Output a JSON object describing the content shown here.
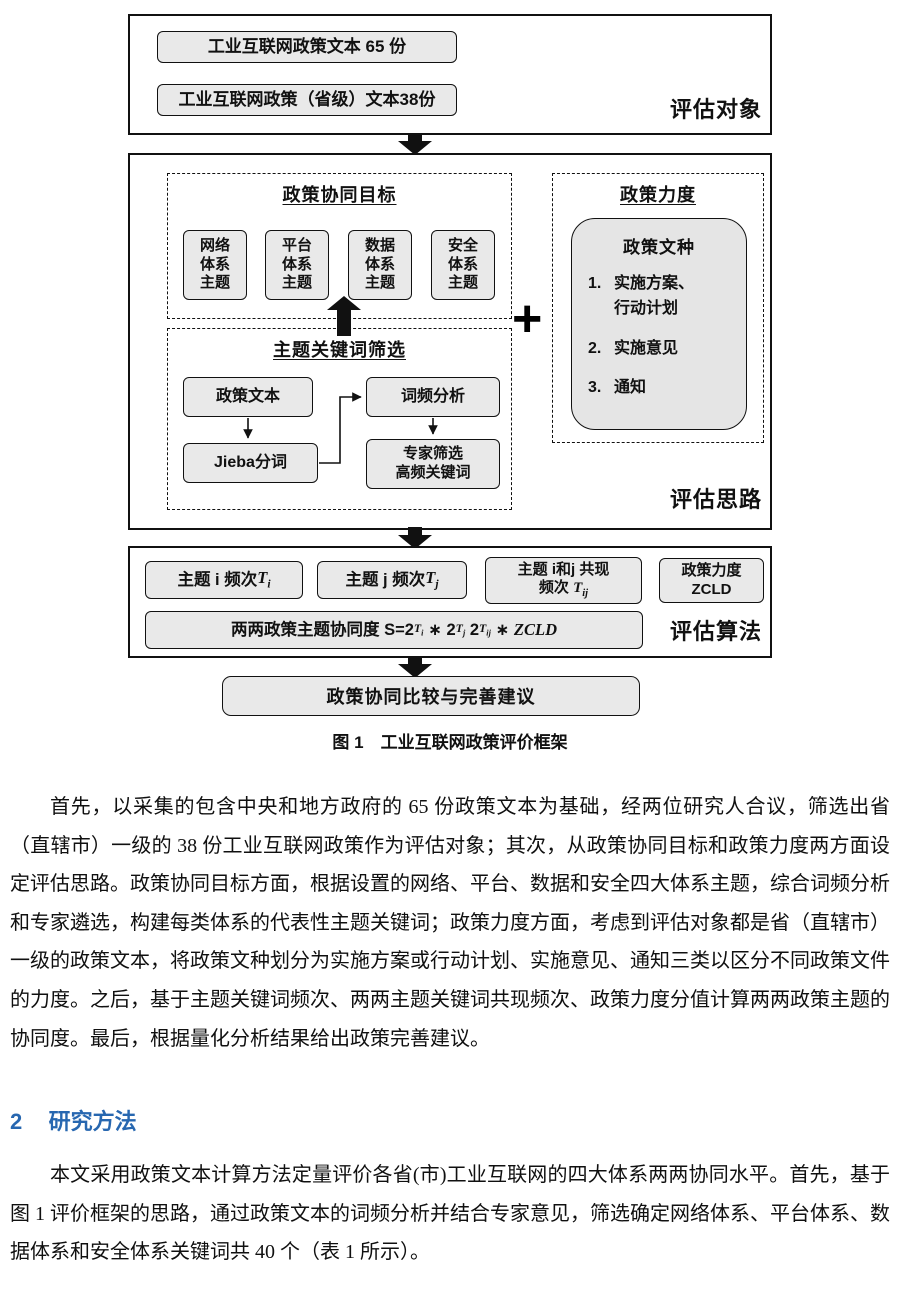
{
  "colors": {
    "heading_blue": "#2767b0"
  },
  "figure": {
    "eval_object": {
      "pill1": "工业互联网政策文本 65 份",
      "pill2": "工业互联网政策（省级）文本38份",
      "label": "评估对象"
    },
    "approach": {
      "targets": {
        "title": "政策协同目标",
        "themes": [
          "网络\n体系\n主题",
          "平台\n体系\n主题",
          "数据\n体系\n主题",
          "安全\n体系\n主题"
        ]
      },
      "keywords": {
        "title": "主题关键词筛选",
        "policy_text": "政策文本",
        "jieba": "Jieba分词",
        "freq": "词频分析",
        "expert": "专家筛选\n高频关键词"
      },
      "plus": "+",
      "strength": {
        "title": "政策力度",
        "panel_title": "政策文种",
        "items": [
          {
            "num": "1.",
            "text": "实施方案、\n行动计划"
          },
          {
            "num": "2.",
            "text": "实施意见"
          },
          {
            "num": "3.",
            "text": "通知"
          }
        ]
      },
      "label": "评估思路"
    },
    "algo": {
      "cell1": {
        "text": "主题 i 频次 ",
        "T": "T",
        "sub": "i"
      },
      "cell2": {
        "text": "主题 j 频次",
        "T": "T",
        "sub": "j"
      },
      "cell3": {
        "line1": "主题 i和j 共现",
        "line2": "频次 ",
        "T": "T",
        "sub": "ij"
      },
      "cell4": {
        "line1": "政策力度",
        "line2": "ZCLD"
      },
      "formula": {
        "prefix": "两两政策主题协同度 S= ",
        "terms": [
          {
            "base": "2",
            "T": "T",
            "sub": "i"
          },
          {
            "base": "2",
            "T": "T",
            "sub": "j"
          },
          {
            "base": "2",
            "T": "T",
            "sub": "ij"
          }
        ],
        "op1": " ∗ ",
        "op2": " ",
        "op3": " ∗ ",
        "tail": "ZCLD"
      },
      "label": "评估算法"
    },
    "conclusion": "政策协同比较与完善建议",
    "caption": "图 1　工业互联网政策评价框架"
  },
  "paragraph1": "首先，以采集的包含中央和地方政府的 65 份政策文本为基础，经两位研究人合议，筛选出省（直辖市）一级的 38 份工业互联网政策作为评估对象；其次，从政策协同目标和政策力度两方面设定评估思路。政策协同目标方面，根据设置的网络、平台、数据和安全四大体系主题，综合词频分析和专家遴选，构建每类体系的代表性主题关键词；政策力度方面，考虑到评估对象都是省（直辖市）一级的政策文本，将政策文种划分为实施方案或行动计划、实施意见、通知三类以区分不同政策文件的力度。之后，基于主题关键词频次、两两主题关键词共现频次、政策力度分值计算两两政策主题的协同度。最后，根据量化分析结果给出政策完善建议。",
  "section": {
    "number": "2",
    "title": "研究方法"
  },
  "paragraph2": "本文采用政策文本计算方法定量评价各省(市)工业互联网的四大体系两两协同水平。首先，基于图 1 评价框架的思路，通过政策文本的词频分析并结合专家意见，筛选确定网络体系、平台体系、数据体系和安全体系关键词共 40 个（表 1 所示）。"
}
